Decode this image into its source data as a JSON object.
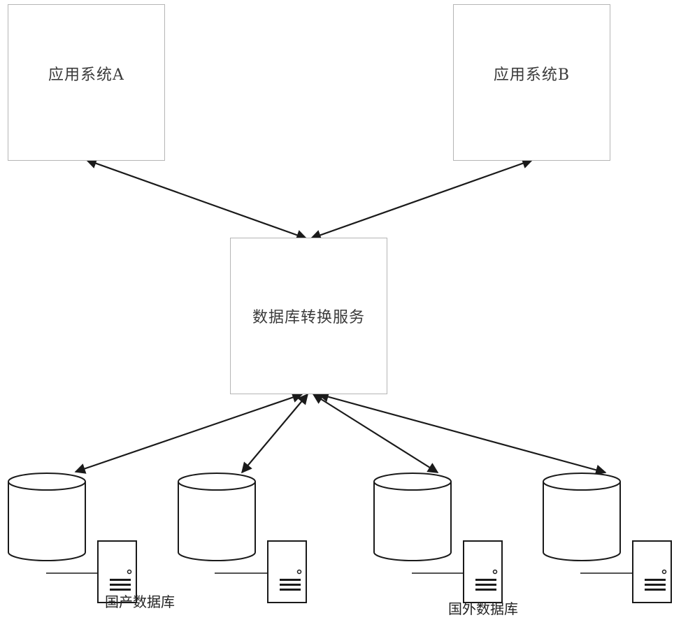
{
  "nodes": {
    "app_a": {
      "label": "应用系统A"
    },
    "app_b": {
      "label": "应用系统B"
    },
    "service": {
      "label": "数据库转换服务"
    }
  },
  "database_groups": [
    {
      "label": "国产数据库"
    },
    {
      "label": "国外数据库"
    }
  ],
  "icons": {
    "database": "database-cylinder-icon",
    "server": "server-tower-icon"
  },
  "colors": {
    "box_border": "#b5b5b5",
    "arrow": "#1a1a1a",
    "text": "#3a3a3a"
  }
}
